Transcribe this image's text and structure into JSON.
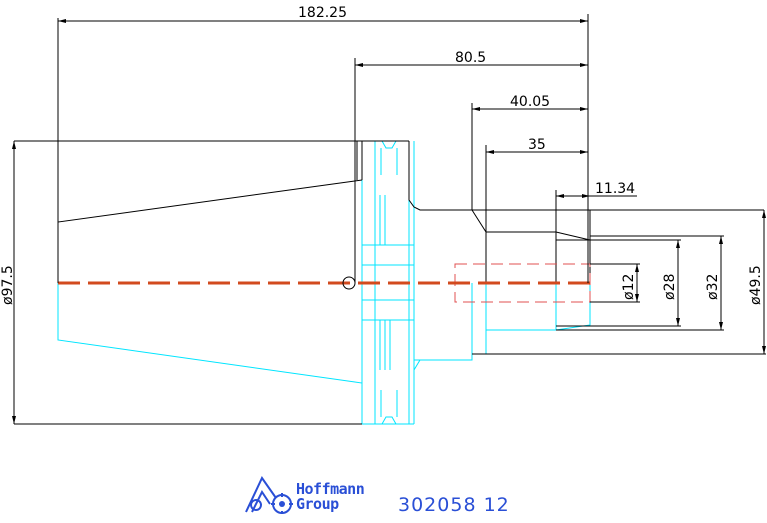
{
  "dimensions": {
    "overall_length": "182.25",
    "length_80": "80.5",
    "length_40": "40.05",
    "length_35": "35",
    "length_11": "11.34",
    "dia_97": "ø97.5",
    "dia_12": "ø12",
    "dia_28": "ø28",
    "dia_32": "ø32",
    "dia_49": "ø49.5"
  },
  "title_block": {
    "brand_line1": "Hoffmann",
    "brand_line2": "Group",
    "part_number": "302058 12"
  },
  "colors": {
    "outline": "#000000",
    "hidden_cyan": "#00e5ff",
    "centerline": "#d24a1e",
    "bore_dash": "#e05050",
    "brand": "#2a4fd6"
  }
}
